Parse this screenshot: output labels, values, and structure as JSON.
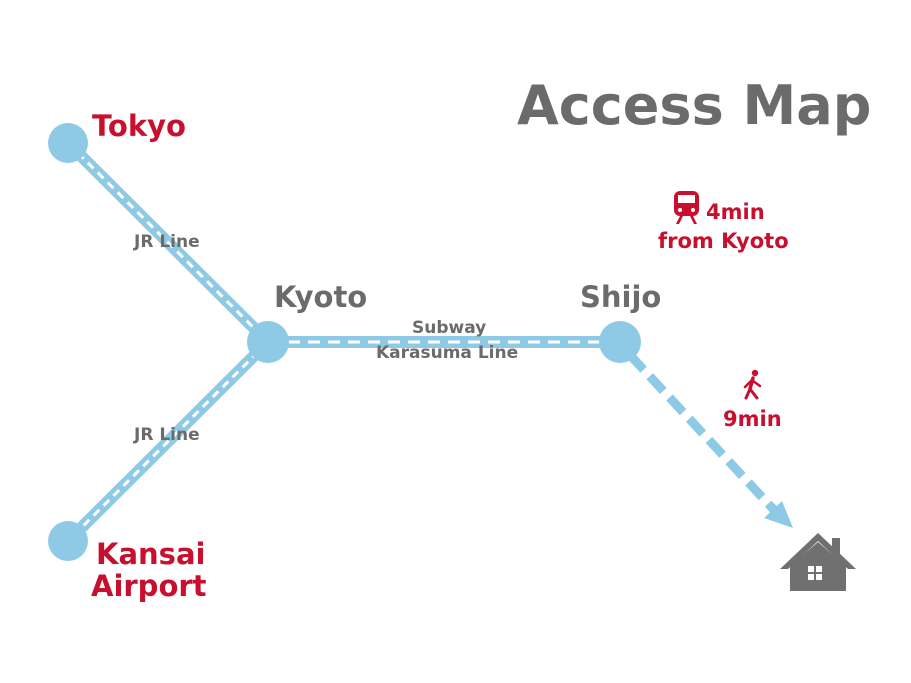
{
  "title": "Access Map",
  "cities": {
    "tokyo": "Tokyo",
    "kansai_line1": "Kansai",
    "kansai_line2": "Airport"
  },
  "stations": {
    "kyoto": "Kyoto",
    "shijo": "Shijo"
  },
  "lines": {
    "jr_upper": "JR Line",
    "jr_lower": "JR Line",
    "subway_line1": "Subway",
    "subway_line2": "Karasuma Line"
  },
  "train_info": {
    "time": "4min",
    "from": "from Kyoto",
    "icon": "train-icon"
  },
  "walk_info": {
    "time": "9min",
    "icon": "walking-person-icon"
  },
  "destination": {
    "icon": "house-icon"
  },
  "colors": {
    "line_blue": "#8ecae6",
    "accent_red": "#c8102e",
    "text_gray": "#6b6b6b",
    "house_gray": "#707070"
  }
}
